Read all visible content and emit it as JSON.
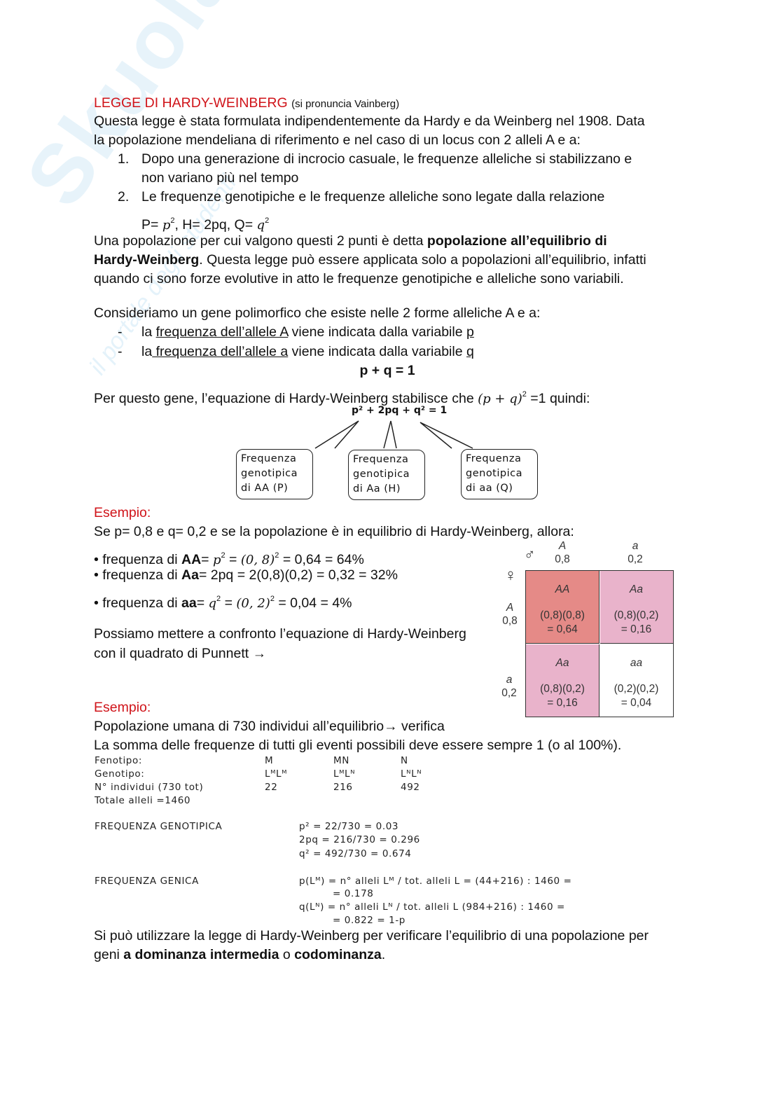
{
  "watermark": {
    "text": "Skuola.net",
    "tagline": "il portale degli studenti"
  },
  "title": {
    "main": "LEGGE DI HARDY-WEINBERG",
    "note": "(si pronuncia Vainberg)"
  },
  "intro": [
    "Questa legge è stata formulata indipendentemente da Hardy e da Weinberg nel 1908. Data",
    "la popolazione mendeliana di riferimento e nel caso di un locus con 2 alleli A e a:"
  ],
  "points": [
    {
      "num": "1.",
      "lines": [
        "Dopo una generazione di incrocio casuale, le frequenze alleliche si stabilizzano e",
        "non variano più nel tempo"
      ]
    },
    {
      "num": "2.",
      "lines": [
        "Le frequenze genotipiche e le frequenze alleliche sono legate dalla relazione"
      ]
    }
  ],
  "relation": {
    "p_label": "P= ",
    "p": "p",
    "sep1": ", H= 2pq, Q= ",
    "q": "q",
    "exp": "2"
  },
  "equilibrium": {
    "l1a": "Una popolazione per cui valgono questi 2 punti è detta ",
    "l1b": "popolazione all’equilibrio di",
    "l2a": "Hardy-Weinberg",
    "l2b": ". Questa legge può essere applicata solo a popolazioni all’equilibrio, infatti",
    "l3": "quando ci sono forze evolutive in atto le frequenze genotipiche e alleliche sono variabili."
  },
  "gene": {
    "intro": "Consideriamo un gene polimorfico che esiste nelle 2 forme alleliche A e a:",
    "items": [
      {
        "dash": "-",
        "a": "la ",
        "u": "frequenza dell’allele A",
        "b": " viene indicata dalla variabile ",
        "v": "p"
      },
      {
        "dash": "-",
        "a": "la",
        "u": " frequenza dell’allele a",
        "b": " viene indicata dalla variabile ",
        "v": "q"
      }
    ],
    "sum": "p + q = 1",
    "eq_a": "Per questo gene, l’equazione di Hardy-Weinberg stabilisce che ",
    "eq_math": "(p  +  q)",
    "eq_exp": "2",
    "eq_b": " =1 quindi:",
    "expansion": "p² + 2pq + q² = 1",
    "callouts": [
      [
        "Frequenza",
        "genotipica",
        "di AA (P)"
      ],
      [
        "Frequenza",
        "genotipica",
        "di Aa (H)"
      ],
      [
        "Frequenza",
        "genotipica",
        "di aa (Q)"
      ]
    ]
  },
  "example1": {
    "label": "Esempio:",
    "intro": "Se p= 0,8 e q= 0,2 e se la popolazione è in equilibrio di Hardy-Weinberg, allora:",
    "lines": [
      {
        "a": "• frequenza di ",
        "b": "AA",
        "c": "= ",
        "m": "p",
        "e": "2",
        "d": " = ",
        "m2": "(0, 8)",
        "e2": "2",
        "f": " = 0,64 = 64%"
      },
      {
        "a": "• frequenza di ",
        "b": "Aa",
        "c": "= 2pq = 2(0,8)(0,2) = 0,32 = 32%"
      },
      {
        "a": "• frequenza di ",
        "b": "aa",
        "c": "= ",
        "m": "q",
        "e": "2",
        "d": " = ",
        "m2": "(0, 2)",
        "e2": "2",
        "f": " = 0,04 = 4%"
      }
    ],
    "compare": [
      "Possiamo mettere a confronto l’equazione di Hardy-Weinberg",
      "con il quadrato di Punnett →"
    ]
  },
  "punnett": {
    "male_symbol": "♂",
    "female_symbol": "♀",
    "cols": [
      {
        "allele": "A",
        "freq": "0,8"
      },
      {
        "allele": "a",
        "freq": "0,2"
      }
    ],
    "rows": [
      {
        "allele": "A",
        "freq": "0,8"
      },
      {
        "allele": "a",
        "freq": "0,2"
      }
    ],
    "cells": [
      {
        "g": "AA",
        "c1": "(0,8)(0,8)",
        "c2": "= 0,64",
        "color": "#e58a87"
      },
      {
        "g": "Aa",
        "c1": "(0,8)(0,2)",
        "c2": "= 0,16",
        "color": "#e9b3cb"
      },
      {
        "g": "Aa",
        "c1": "(0,8)(0,2)",
        "c2": "= 0,16",
        "color": "#e9b3cb"
      },
      {
        "g": "aa",
        "c1": "(0,2)(0,2)",
        "c2": "= 0,04",
        "color": "#ffffff"
      }
    ]
  },
  "example2": {
    "label": "Esempio:",
    "l1": "Popolazione umana di 730 individui all’equilibrio→ verifica",
    "l2": "La somma delle frequenze di tutti gli eventi possibili deve essere sempre 1 (o al 100%).",
    "table": [
      [
        "Fenotipo:",
        "M",
        "MN",
        "N"
      ],
      [
        "Genotipo:",
        "LᴹLᴹ",
        "LᴹLᴺ",
        "LᴺLᴺ"
      ],
      [
        "N° individui (730 tot)",
        "22",
        "216",
        "492"
      ],
      [
        "Totale alleli =1460",
        "",
        "",
        ""
      ]
    ],
    "genotypic": {
      "label": "FREQUENZA GENOTIPICA",
      "lines": [
        "p² = 22/730 = 0.03",
        "2pq = 216/730 = 0.296",
        "q² = 492/730 = 0.674"
      ]
    },
    "genic": {
      "label": "FREQUENZA GENICA",
      "lines": [
        "p(Lᴹ) = n° alleli Lᴹ / tot. alleli L = (44+216) : 1460 =",
        "= 0.178",
        "q(Lᴺ) = n° alleli Lᴺ / tot. alleli L (984+216) : 1460 =",
        "= 0.822 = 1-p"
      ]
    }
  },
  "conclusion": {
    "l1": "Si può utilizzare la legge di Hardy-Weinberg per verificare l’equilibrio di una popolazione per",
    "l2a": "geni ",
    "l2b": "a dominanza intermedia",
    "l2c": " o ",
    "l2d": "codominanza",
    "l2e": "."
  }
}
